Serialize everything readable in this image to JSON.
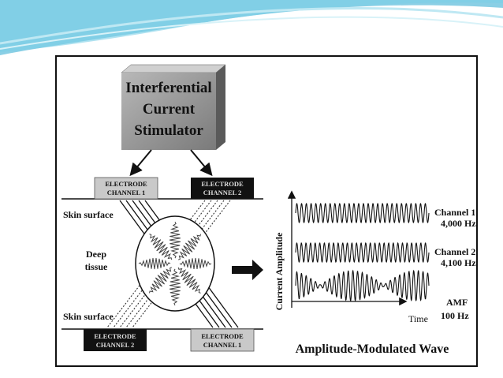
{
  "stimulator": {
    "line1": "Interferential",
    "line2": "Current",
    "line3": "Stimulator"
  },
  "electrodes": {
    "top_left": {
      "line1": "ELECTRODE",
      "line2": "CHANNEL 1"
    },
    "top_right": {
      "line1": "ELECTRODE",
      "line2": "CHANNEL 2"
    },
    "bottom_left": {
      "line1": "ELECTRODE",
      "line2": "CHANNEL 2"
    },
    "bottom_right": {
      "line1": "ELECTRODE",
      "line2": "CHANNEL 1"
    }
  },
  "labels": {
    "skin_surface_top": "Skin surface",
    "deep_line1": "Deep",
    "deep_line2": "tissue",
    "skin_surface_bottom": "Skin surface",
    "y_axis": "Current Amplitude",
    "x_axis": "Time",
    "caption": "Amplitude-Modulated Wave"
  },
  "waves": [
    {
      "name": "Channel 1",
      "freq": "4,000 Hz",
      "cycles": 28
    },
    {
      "name": "Channel 2",
      "freq": "4,100 Hz",
      "cycles": 29
    },
    {
      "name": "AMF",
      "freq": "100 Hz",
      "cycles": 28.5
    }
  ],
  "colors": {
    "swoosh": "#3fb3d6",
    "electrode_light": "#c9c9c9",
    "electrode_dark": "#111111"
  }
}
